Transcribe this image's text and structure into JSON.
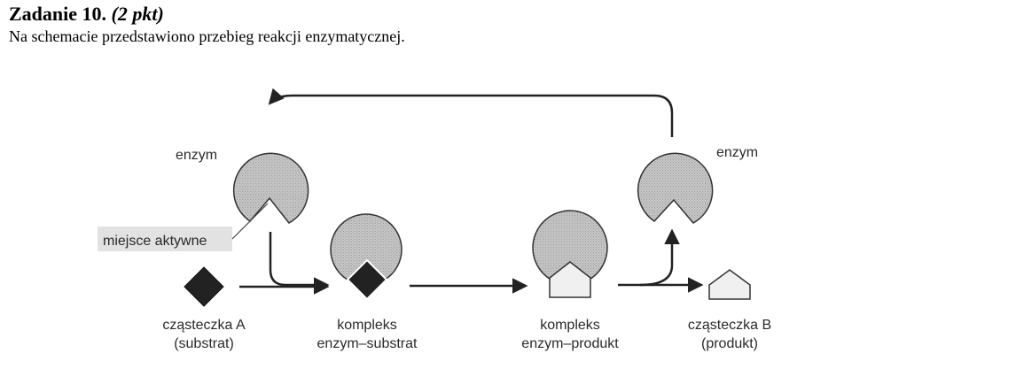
{
  "task": {
    "number": "Zadanie 10.",
    "points": "(2 pkt)",
    "description": "Na schemacie przedstawiono przebieg reakcji enzymatycznej."
  },
  "diagram": {
    "enzyme_left_label": "enzym",
    "enzyme_right_label": "enzym",
    "active_site_label": "miejsce aktywne",
    "molecule_a": {
      "line1": "cząsteczka A",
      "line2": "(substrat)"
    },
    "complex_es": {
      "line1": "kompleks",
      "line2": "enzym–substrat"
    },
    "complex_ep": {
      "line1": "kompleks",
      "line2": "enzym–produkt"
    },
    "molecule_b": {
      "line1": "cząsteczka B",
      "line2": "(produkt)"
    },
    "colors": {
      "enzyme_fill": "#c4c4c4",
      "substrate_fill": "#222222",
      "product_fill": "#f0f0f0",
      "label_box": "#e2e2e2"
    }
  }
}
